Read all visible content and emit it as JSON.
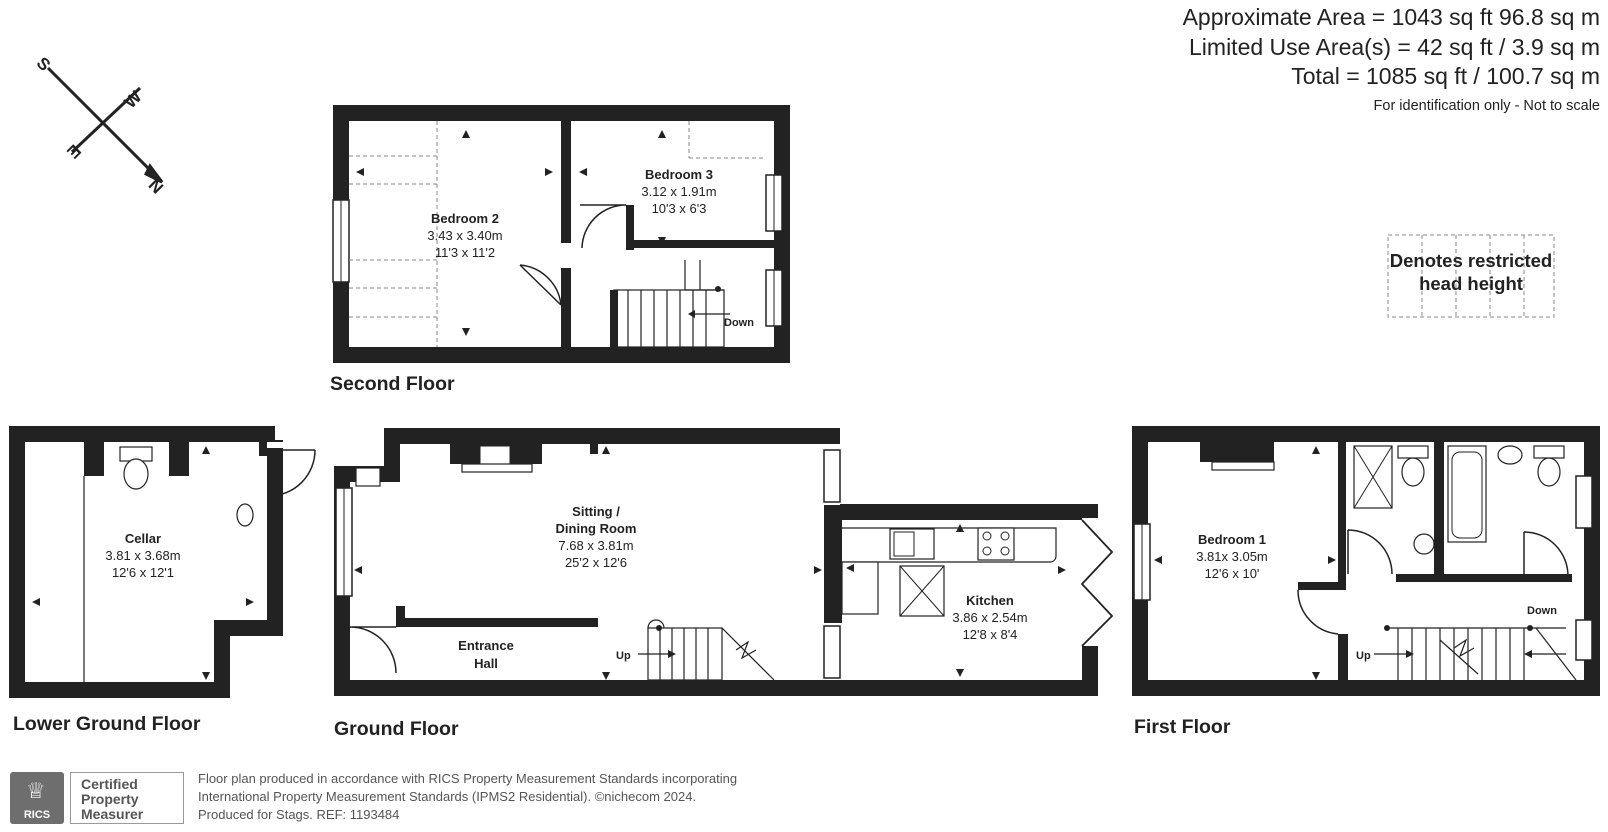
{
  "areas": {
    "approximate": "Approximate Area = 1043 sq ft  96.8 sq m",
    "limited": "Limited Use Area(s) = 42 sq ft / 3.9 sq m",
    "total": "Total = 1085 sq ft / 100.7 sq m",
    "note": "For identification only - Not to scale"
  },
  "compass": {
    "n": "N",
    "s": "S",
    "e": "E",
    "w": "W"
  },
  "legend": {
    "line1": "Denotes restricted",
    "line2": "head height"
  },
  "floors": {
    "second": "Second Floor",
    "lower_ground": "Lower Ground Floor",
    "ground": "Ground Floor",
    "first": "First Floor"
  },
  "rooms": {
    "bedroom2": {
      "name": "Bedroom 2",
      "metric": "3.43 x 3.40m",
      "imperial": "11'3 x 11'2"
    },
    "bedroom3": {
      "name": "Bedroom 3",
      "metric": "3.12 x 1.91m",
      "imperial": "10'3 x 6'3"
    },
    "cellar": {
      "name": "Cellar",
      "metric": "3.81 x 3.68m",
      "imperial": "12'6 x 12'1"
    },
    "sitting": {
      "name1": "Sitting /",
      "name2": "Dining Room",
      "metric": "7.68 x 3.81m",
      "imperial": "25'2 x 12'6"
    },
    "hall": {
      "name1": "Entrance",
      "name2": "Hall"
    },
    "kitchen": {
      "name": "Kitchen",
      "metric": "3.86 x 2.54m",
      "imperial": "12'8 x 8'4"
    },
    "bedroom1": {
      "name": "Bedroom 1",
      "metric": "3.81x 3.05m",
      "imperial": "12'6 x 10'"
    }
  },
  "stairs": {
    "down_second": "Down",
    "up_ground": "Up",
    "up_first": "Up",
    "down_first": "Down"
  },
  "badge": {
    "rics": "RICS",
    "cert1": "Certified",
    "cert2": "Property",
    "cert3": "Measurer"
  },
  "footer": {
    "line1": "Floor plan produced in accordance with RICS Property Measurement Standards incorporating",
    "line2": "International Property Measurement Standards (IPMS2 Residential).   ©nichecom 2024.",
    "line3": "Produced for Stags.   REF:  1193484"
  },
  "colors": {
    "wall": "#222222",
    "text": "#222222",
    "muted": "#555555"
  }
}
